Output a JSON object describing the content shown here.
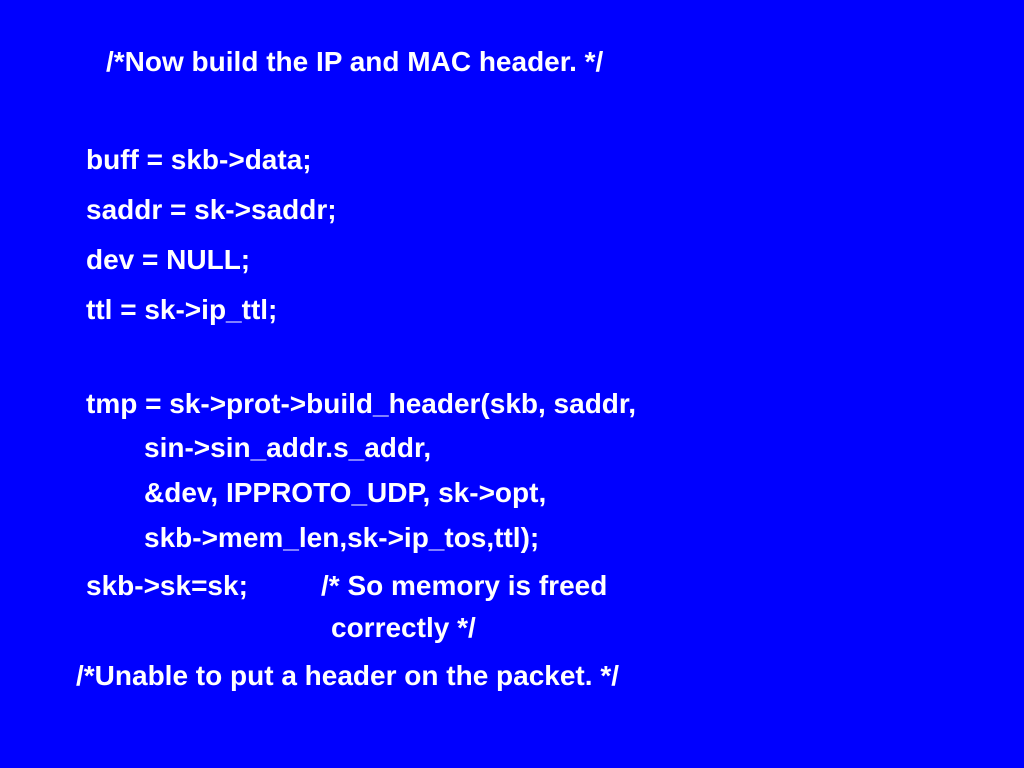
{
  "slide": {
    "background_color": "#0000ff",
    "text_color": "#ffffff",
    "lines": [
      "/*Now build the IP and MAC header. */",
      "buff = skb->data;",
      "saddr = sk->saddr;",
      "dev = NULL;",
      "ttl = sk->ip_ttl;",
      "tmp = sk->prot->build_header(skb, saddr,",
      "sin->sin_addr.s_addr,",
      "&dev, IPPROTO_UDP, sk->opt,",
      "skb->mem_len,sk->ip_tos,ttl);",
      "skb->sk=sk;",
      "/* So memory is freed",
      "correctly */",
      "/*Unable to put a header on the packet. */"
    ]
  }
}
